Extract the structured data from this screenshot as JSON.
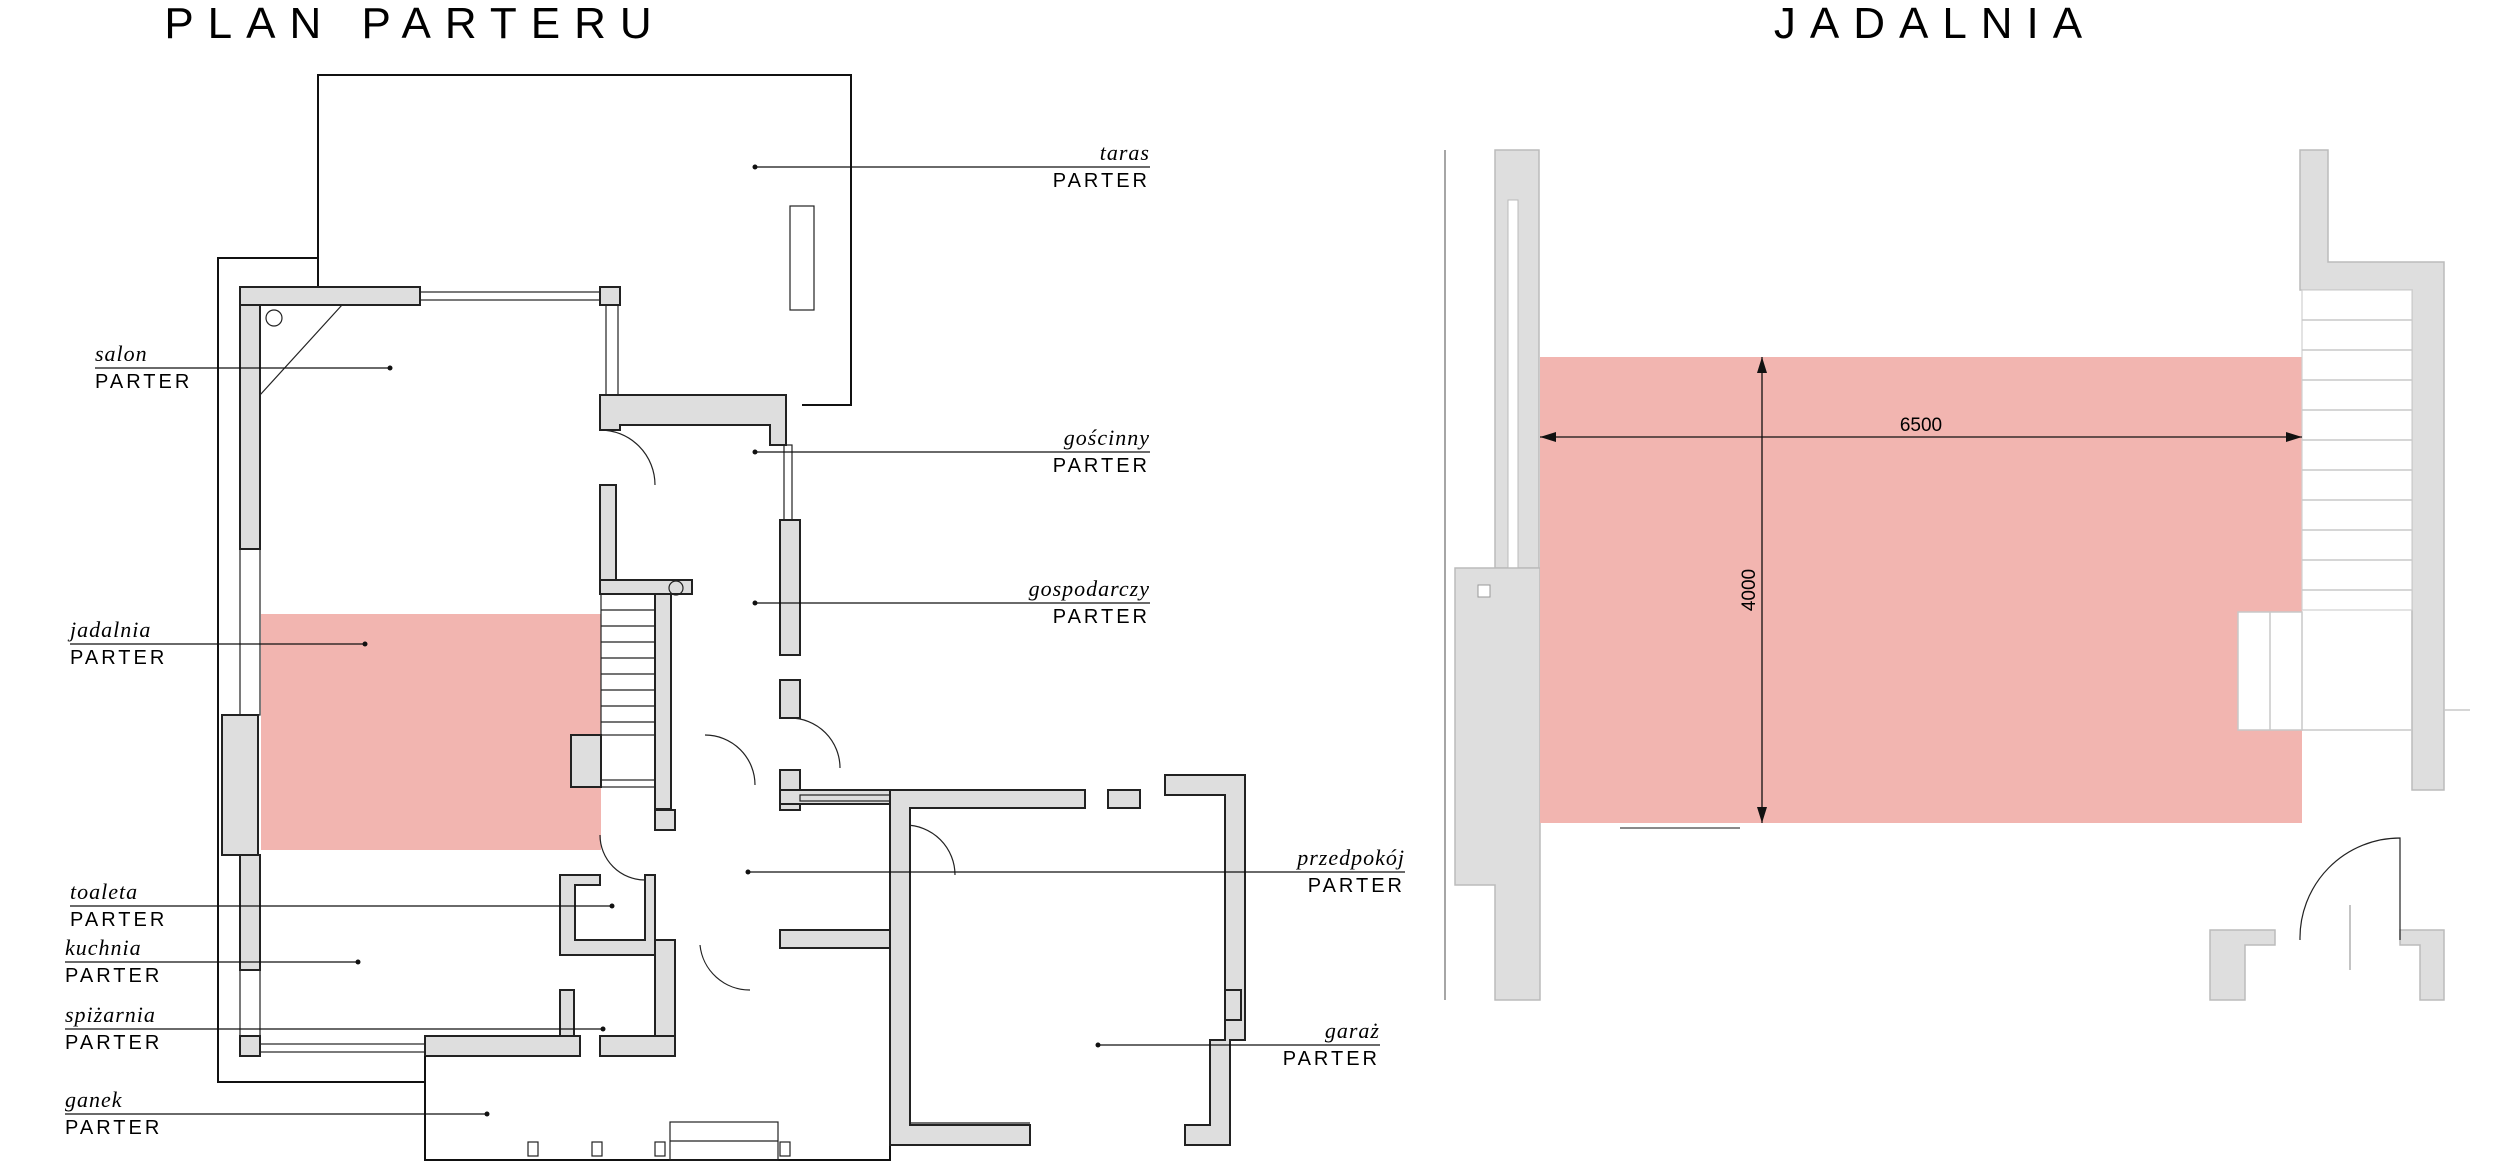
{
  "titles": {
    "plan": "PLAN PARTERU",
    "detail": "JADALNIA"
  },
  "rooms": [
    {
      "name": "taras",
      "level": "PARTER"
    },
    {
      "name": "salon",
      "level": "PARTER"
    },
    {
      "name": "gościnny",
      "level": "PARTER"
    },
    {
      "name": "gospodarczy",
      "level": "PARTER"
    },
    {
      "name": "jadalnia",
      "level": "PARTER"
    },
    {
      "name": "przedpokój",
      "level": "PARTER"
    },
    {
      "name": "toaleta",
      "level": "PARTER"
    },
    {
      "name": "kuchnia",
      "level": "PARTER"
    },
    {
      "name": "spiżarnia",
      "level": "PARTER"
    },
    {
      "name": "garaż",
      "level": "PARTER"
    },
    {
      "name": "ganek",
      "level": "PARTER"
    }
  ],
  "dimensions": {
    "width": "6500",
    "height": "4000"
  },
  "colors": {
    "highlight": "#f2b5b0",
    "wall_fill": "#dedede",
    "line": "#111111"
  }
}
